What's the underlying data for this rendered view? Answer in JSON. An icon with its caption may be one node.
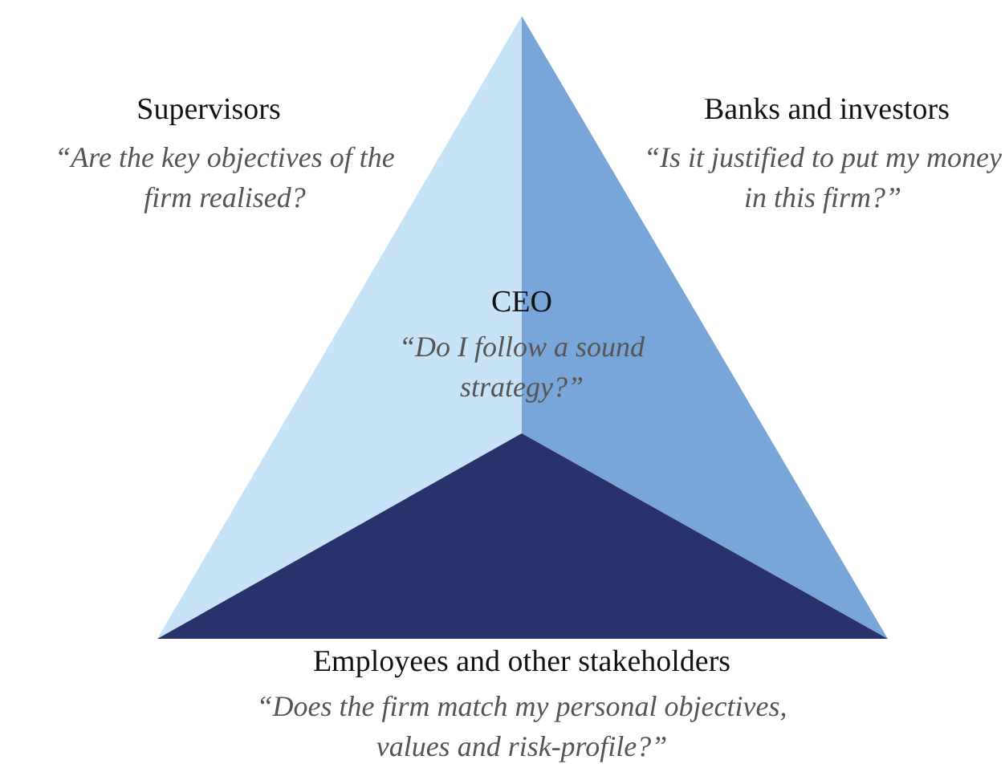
{
  "diagram": {
    "labels": [
      "Supervisors",
      "“Are the key objectives of the firm realised?",
      "Banks and investors",
      "“Is it justified to put my money in this firm?”",
      "CEO",
      "“Do I follow a sound strategy?”",
      "Employees and other stakeholders",
      "“Does the firm match my personal objectives, values and risk-profile?”"
    ]
  }
}
